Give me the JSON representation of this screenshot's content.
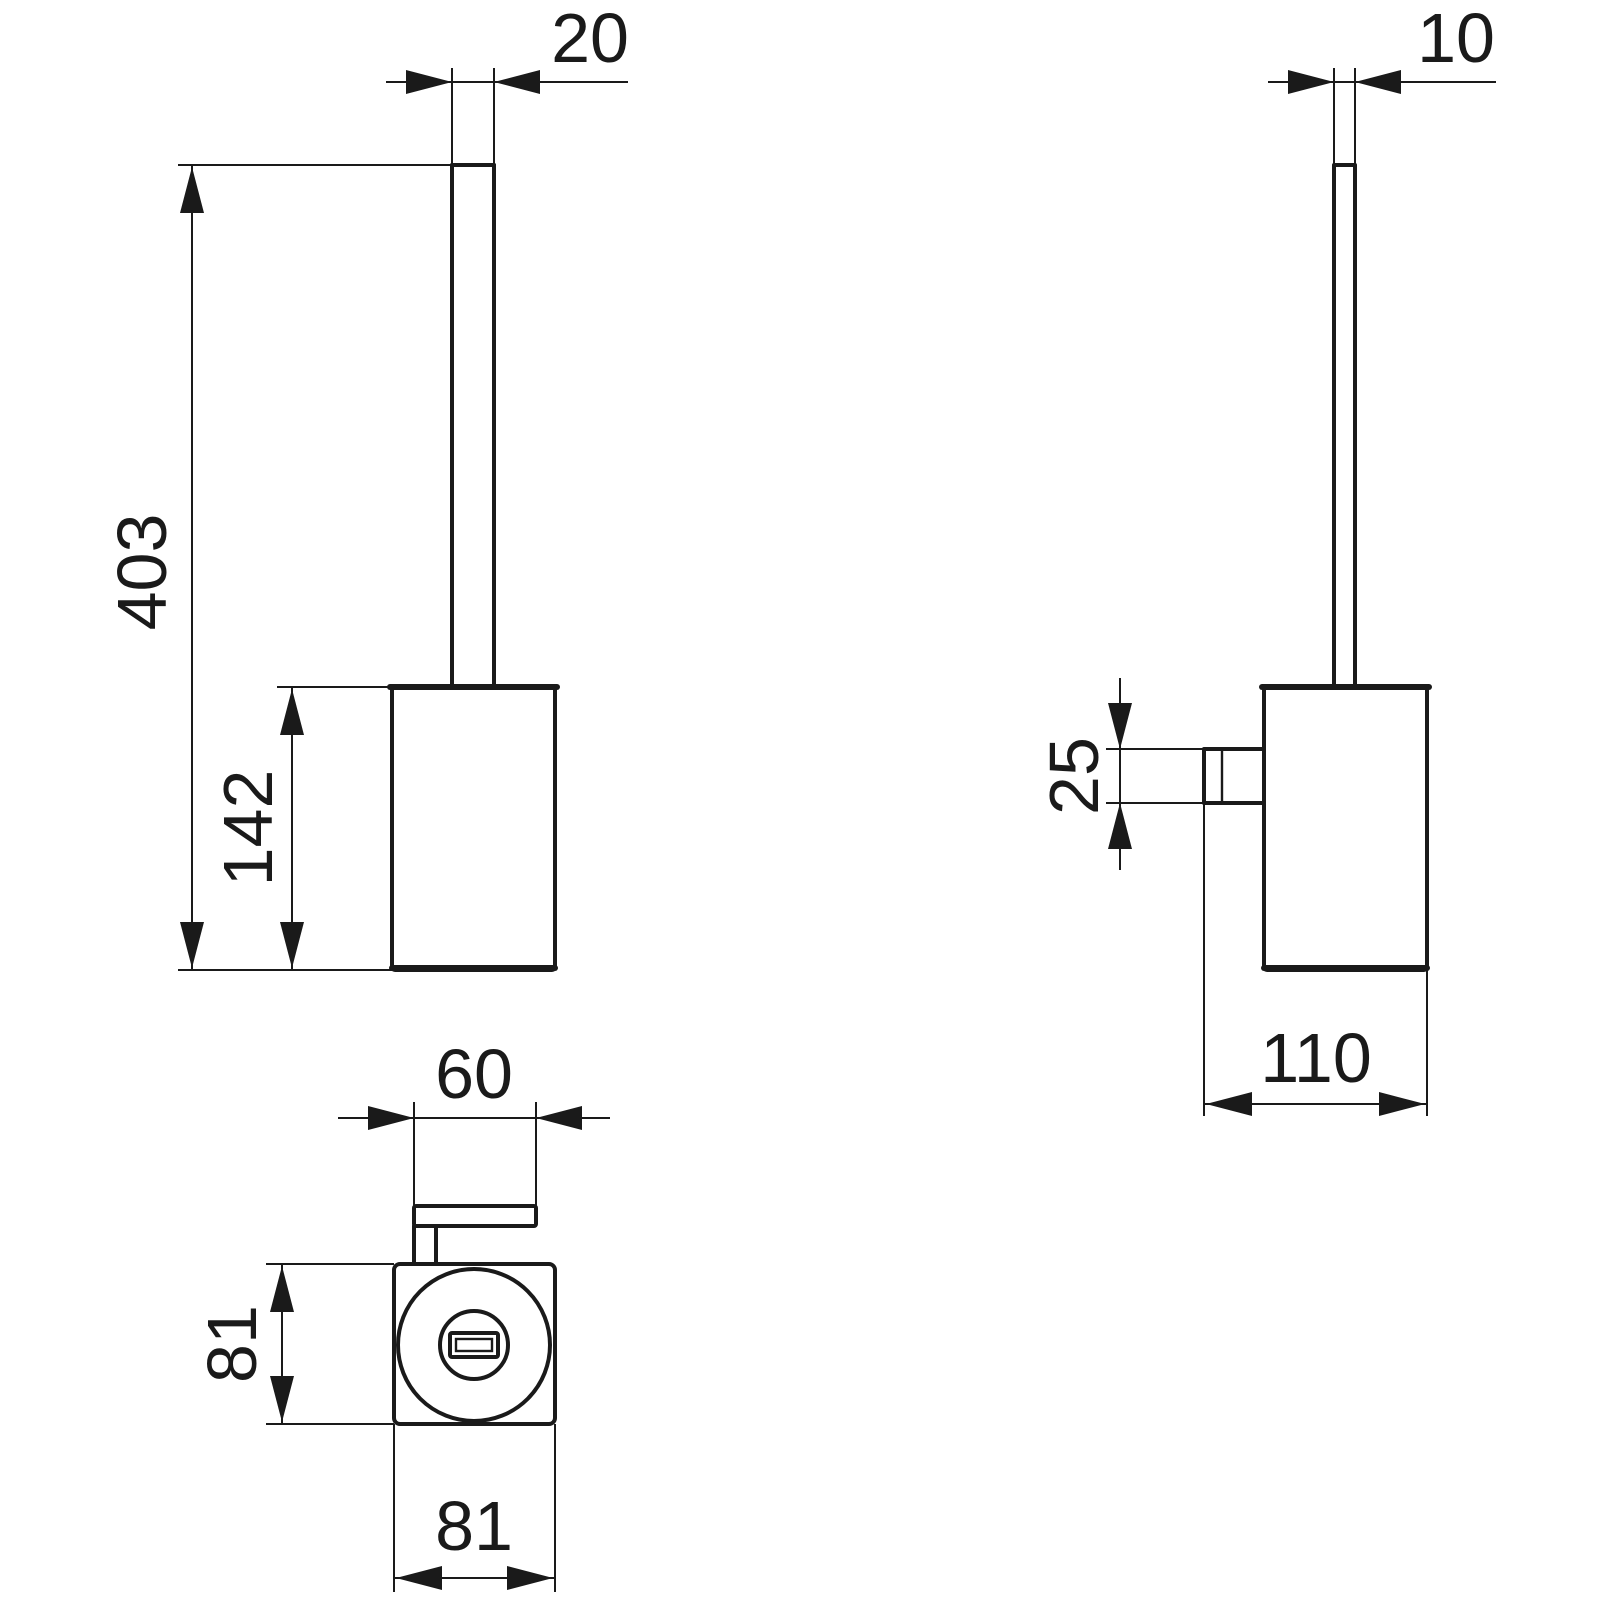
{
  "dimensions": {
    "front_handle_width": "20",
    "side_handle_width": "10",
    "overall_height": "403",
    "holder_height": "142",
    "bracket_height": "25",
    "side_depth": "110",
    "top_bracket_width": "60",
    "top_holder_depth": "81",
    "top_holder_width": "81"
  },
  "colors": {
    "line": "#1a1a1a",
    "background": "#ffffff"
  }
}
